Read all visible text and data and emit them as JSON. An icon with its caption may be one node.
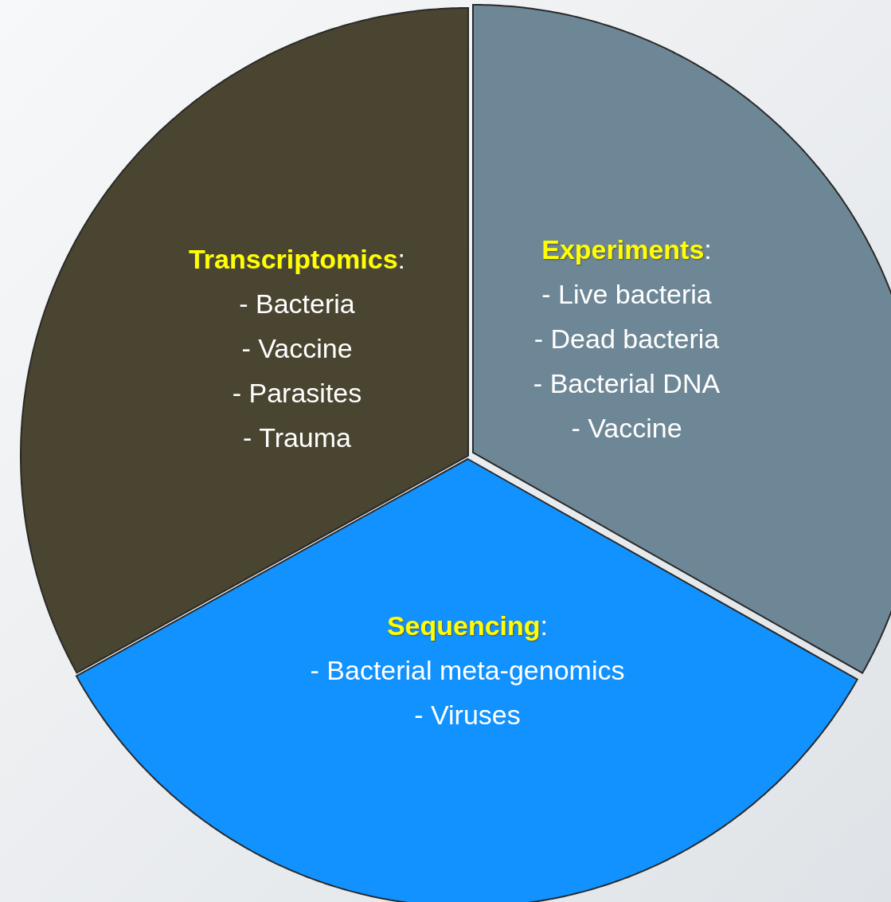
{
  "diagram": {
    "nodes": [
      {
        "text": [
          "**Transcriptomics**:",
          "- Bacteria",
          "- Vaccine",
          "- Parasites",
          "- Trauma"
        ]
      },
      {
        "text": [
          "**Experiments**:",
          "- Live bacteria",
          "- Dead bacteria",
          "- Bacterial DNA",
          "- Vaccine"
        ]
      },
      {
        "text": [
          "**Sequencing**:",
          "- Bacterial meta-genomics",
          "- Viruses"
        ]
      }
    ]
  }
}
